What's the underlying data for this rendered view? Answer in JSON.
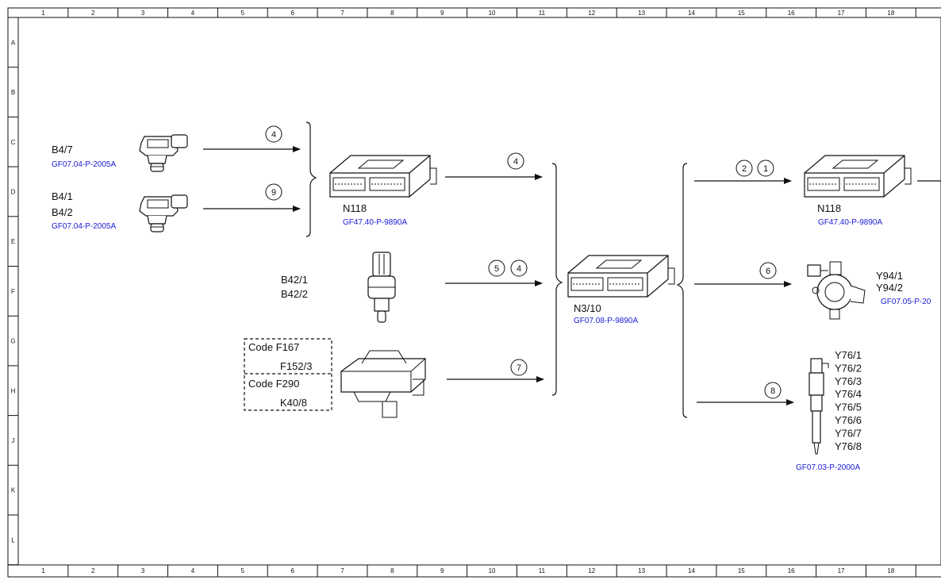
{
  "grid": {
    "columns": [
      "1",
      "2",
      "3",
      "4",
      "5",
      "6",
      "7",
      "8",
      "9",
      "10",
      "11",
      "12",
      "13",
      "14",
      "15",
      "16",
      "17",
      "18"
    ],
    "rows": [
      "A",
      "B",
      "C",
      "D",
      "E",
      "F",
      "G",
      "H",
      "J",
      "K",
      "L"
    ]
  },
  "left_inputs": {
    "b47_label": "B4/7",
    "b47_ref": "GF07.04-P-2005A",
    "b41_label": "B4/1",
    "b42_label": "B4/2",
    "b4x_ref": "GF07.04-P-2005A",
    "b42x_label1": "B42/1",
    "b42x_label2": "B42/2",
    "code1": "Code F167",
    "code1_part": "F152/3",
    "code2": "Code F290",
    "code2_part": "K40/8"
  },
  "center": {
    "n118_label": "N118",
    "n118_ref": "GF47.40-P-9890A",
    "n310_label": "N3/10",
    "n310_ref": "GF07.08-P-9890A"
  },
  "right_outputs": {
    "n118_label": "N118",
    "n118_ref": "GF47.40-P-9890A",
    "y94_label1": "Y94/1",
    "y94_label2": "Y94/2",
    "y94_ref": "GF07.05-P-20",
    "y76_labels": [
      "Y76/1",
      "Y76/2",
      "Y76/3",
      "Y76/4",
      "Y76/5",
      "Y76/6",
      "Y76/7",
      "Y76/8"
    ],
    "y76_ref": "GF07.03-P-2000A"
  },
  "arrow_numbers": {
    "c4": "4",
    "c9": "9",
    "c4b": "4",
    "c5": "5",
    "c4c": "4",
    "c7": "7",
    "c2": "2",
    "c1": "1",
    "c6": "6",
    "c8": "8"
  }
}
